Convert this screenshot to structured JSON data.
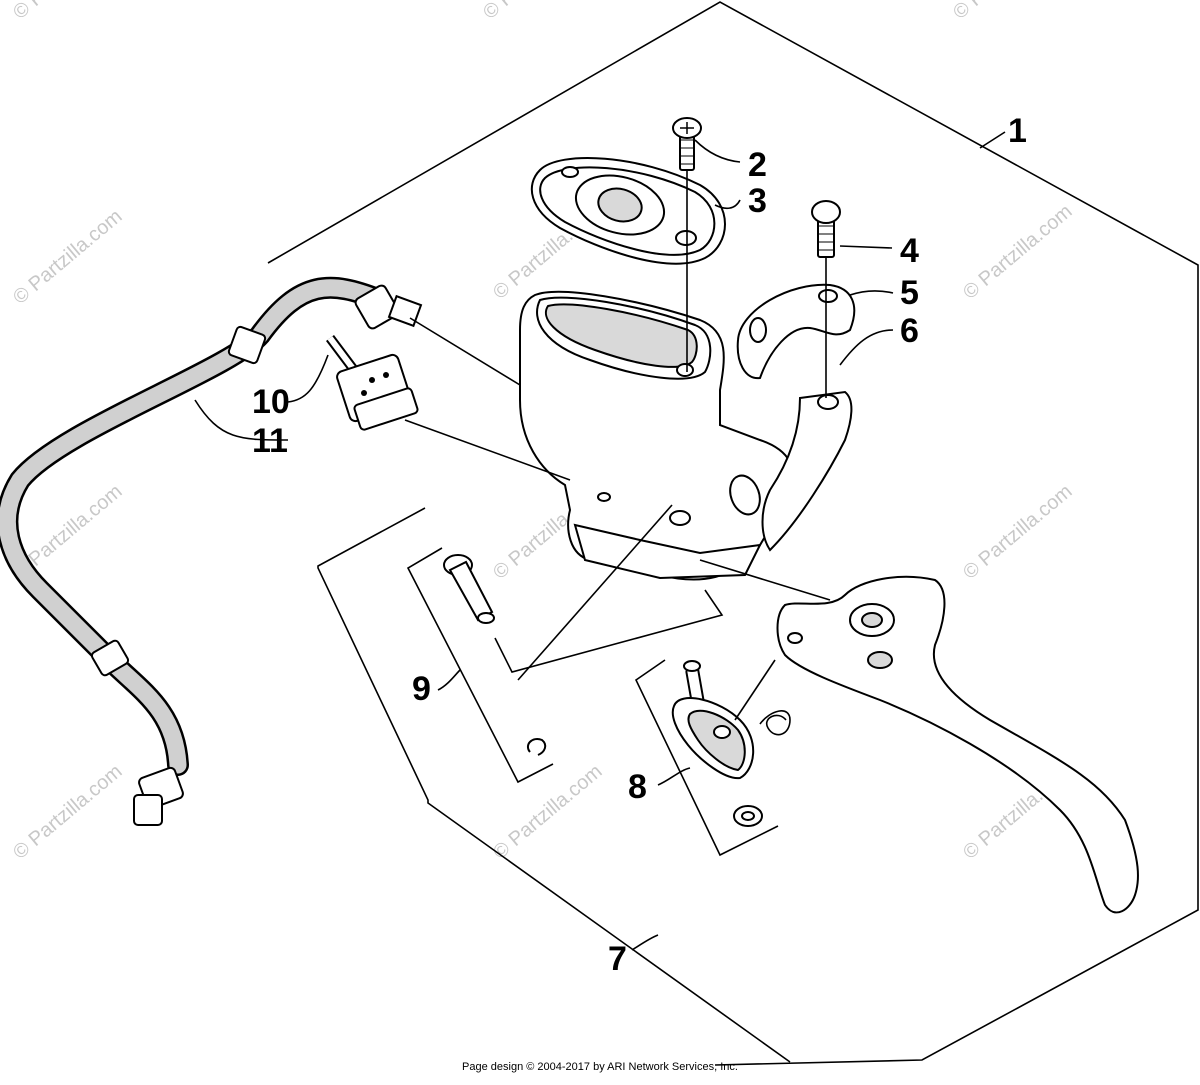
{
  "callouts": {
    "c1": "1",
    "c2": "2",
    "c3": "3",
    "c4": "4",
    "c5": "5",
    "c6": "6",
    "c7": "7",
    "c8": "8",
    "c9": "9",
    "c10": "10",
    "c11": "11"
  },
  "watermark": "© Partzilla.com",
  "footer": "Page design © 2004-2017 by ARI Network Services, Inc."
}
